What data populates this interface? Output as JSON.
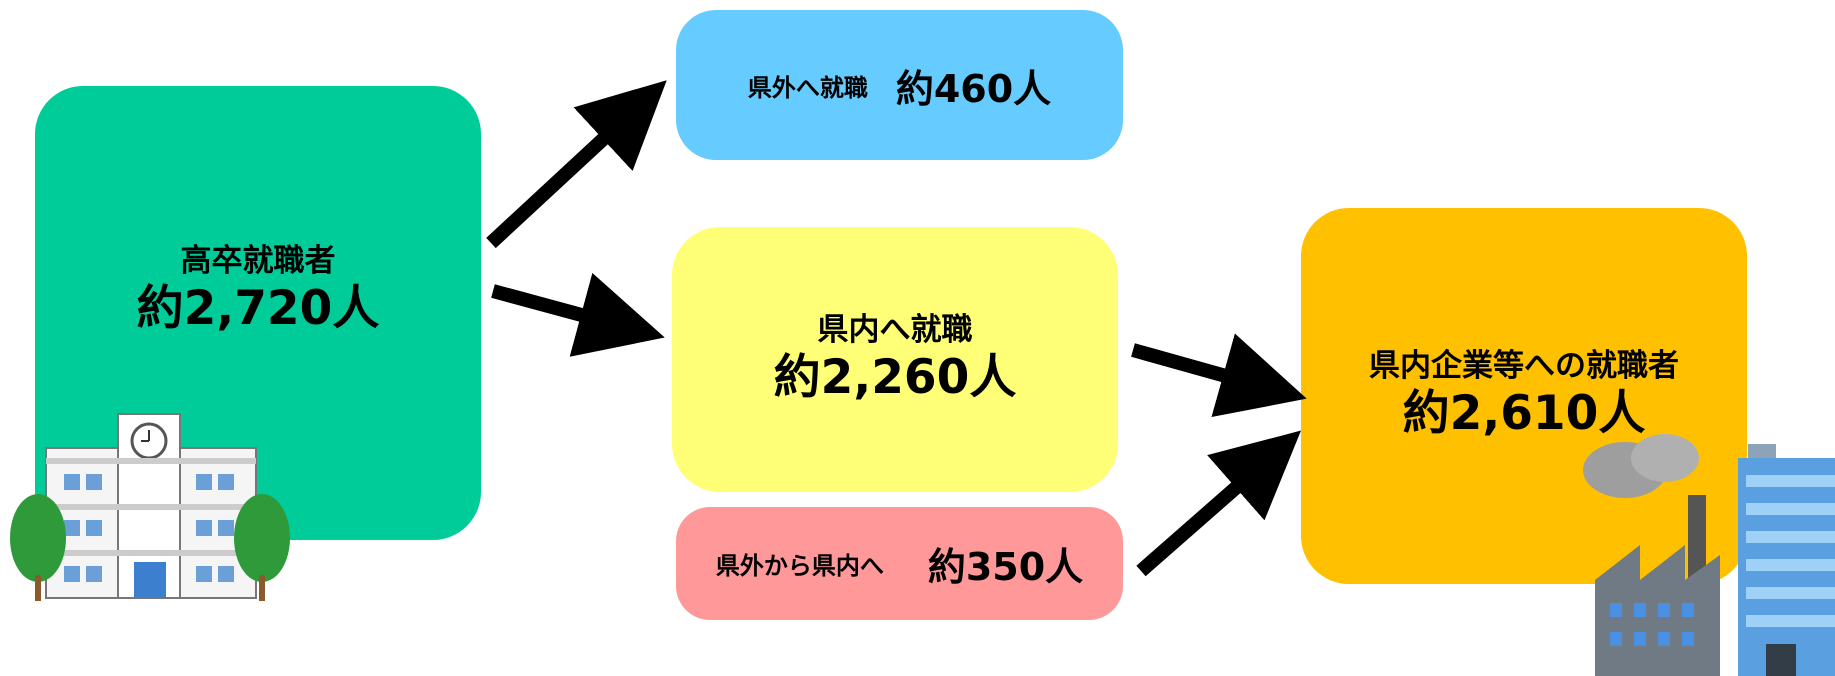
{
  "graduates": {
    "label": "高卒就職者",
    "value": "約2,720人"
  },
  "outside": {
    "label": "県外へ就職",
    "value": "約460人"
  },
  "inside": {
    "label": "県内へ就職",
    "value": "約2,260人"
  },
  "incoming": {
    "label": "県外から県内へ",
    "value": "約350人"
  },
  "total": {
    "label": "県内企業等への就職者",
    "value": "約2,610人"
  },
  "colors": {
    "graduates": "#00cc99",
    "outside": "#66ccff",
    "inside": "#ffff77",
    "incoming": "#ff9999",
    "total": "#ffc000"
  },
  "icons": [
    "school-building-icon",
    "factory-icon",
    "office-building-icon",
    "arrow-icon"
  ]
}
